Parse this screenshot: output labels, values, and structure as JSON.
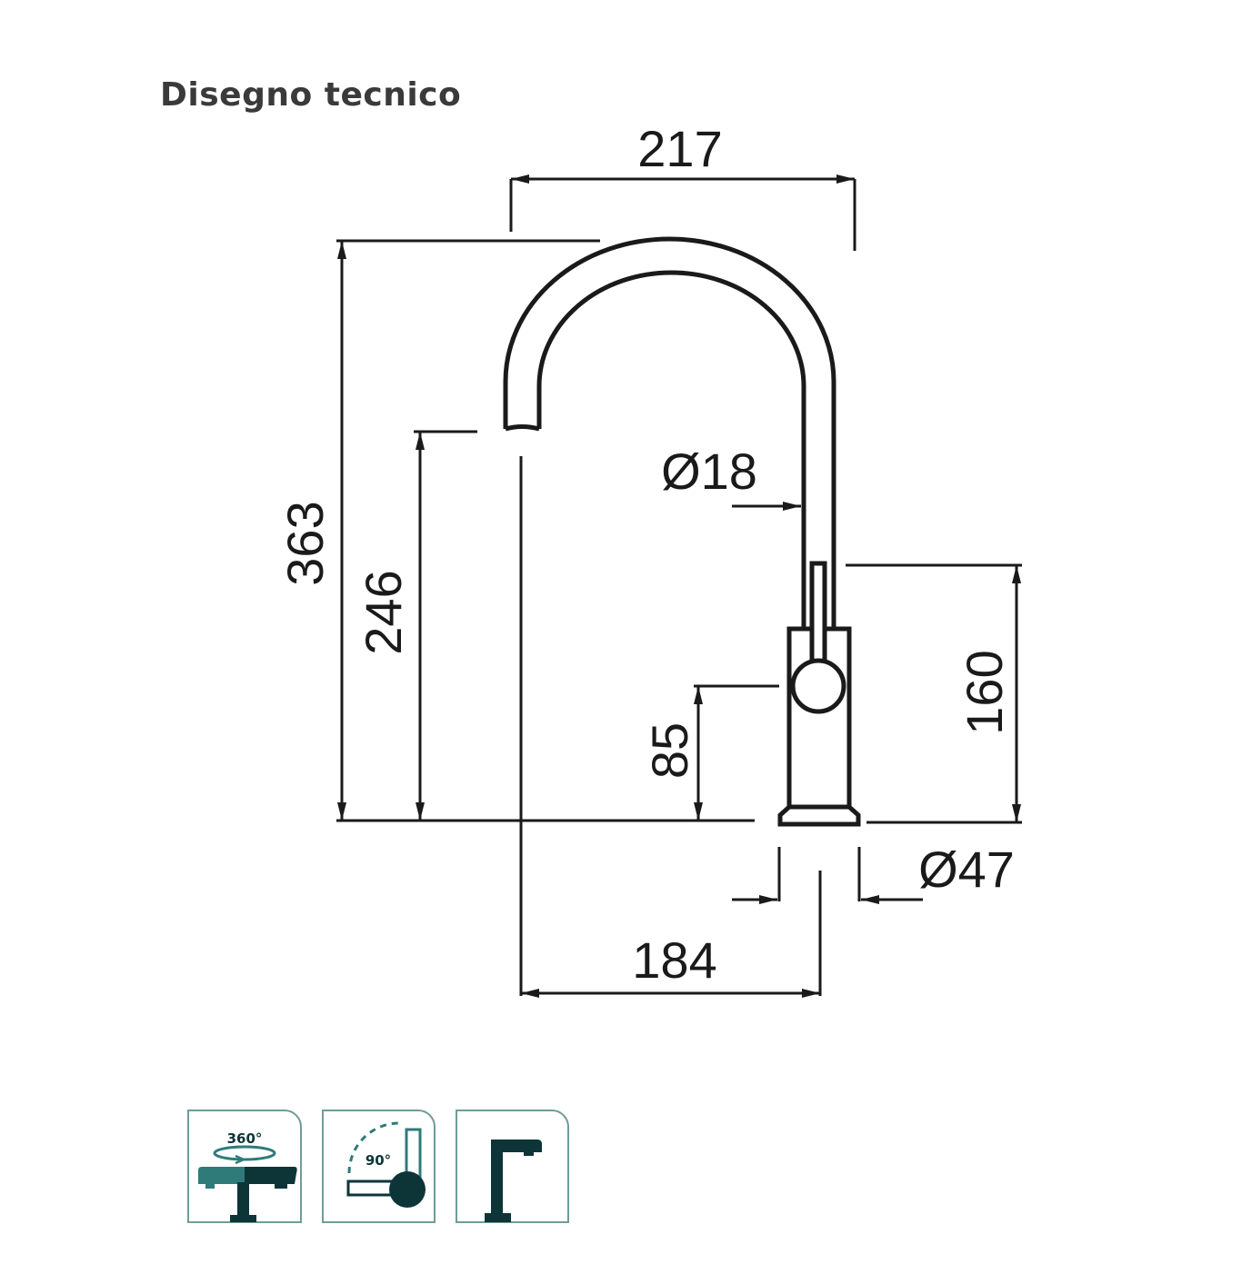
{
  "title": "Disegno tecnico",
  "dimensions": {
    "spout_reach": "217",
    "total_height": "363",
    "spout_height": "246",
    "lever_height": "85",
    "body_height": "160",
    "tube_diameter": "Ø18",
    "base_diameter": "Ø47",
    "hole_to_outlet": "184"
  },
  "features": [
    {
      "icon": "swivel-360-icon",
      "label": "360°"
    },
    {
      "icon": "lever-90-icon",
      "label": "90°"
    },
    {
      "icon": "fixed-spout-icon"
    }
  ],
  "colors": {
    "line": "#1a1a1a",
    "icon_dark": "#0d3538",
    "icon_teal": "#2e7b7a",
    "icon_border": "#6f9c98"
  }
}
